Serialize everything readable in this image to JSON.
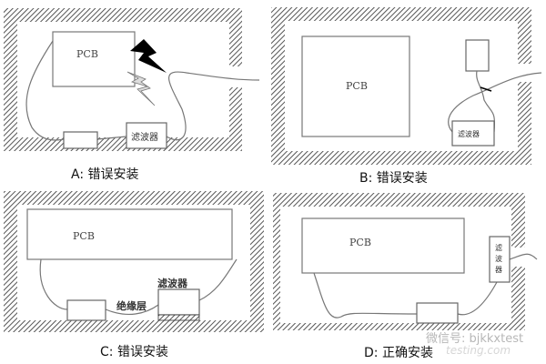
{
  "panels": [
    {
      "id": "A",
      "caption": "A:  错误安装",
      "pcb": "PCB",
      "filter": "滤波器"
    },
    {
      "id": "B",
      "caption": "B:  错误安装",
      "pcb": "PCB",
      "filter": "滤波器"
    },
    {
      "id": "C",
      "caption": "C:  错误安装",
      "pcb": "PCB",
      "filter": "滤波器",
      "insulation": "绝缘层"
    },
    {
      "id": "D",
      "caption": "D:  正确安装",
      "pcb": "PCB",
      "filter_chars": [
        "滤",
        "波",
        "器"
      ]
    }
  ],
  "watermark": {
    "wechat": "微信号: bjkkxtest",
    "site": "testing.com"
  },
  "colors": {
    "wall": "#555555",
    "lightning_dark": "#000000",
    "lightning_light": "#dddddd"
  }
}
